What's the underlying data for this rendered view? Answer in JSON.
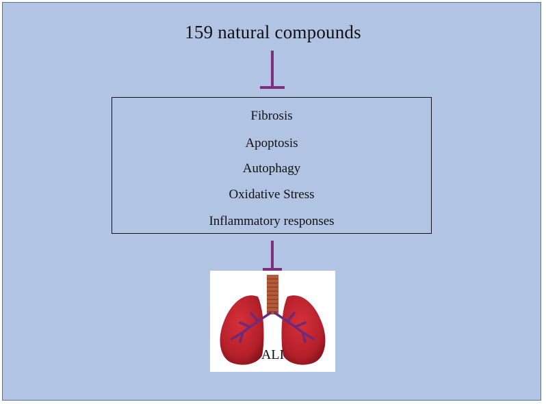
{
  "diagram": {
    "title": "159 natural compounds",
    "processes": [
      "Fibrosis",
      "Apoptosis",
      "Autophagy",
      "Oxidative Stress",
      "Inflammatory responses"
    ],
    "target_label": "ALI",
    "colors": {
      "background": "#b2c4e3",
      "inhibitor": "#7b2f7e",
      "lung": "#b3202a",
      "trachea": "#b55a3a",
      "bronchi": "#6e2a7a"
    },
    "icons": [
      "inhibition-arrow-icon",
      "lungs-icon"
    ]
  }
}
